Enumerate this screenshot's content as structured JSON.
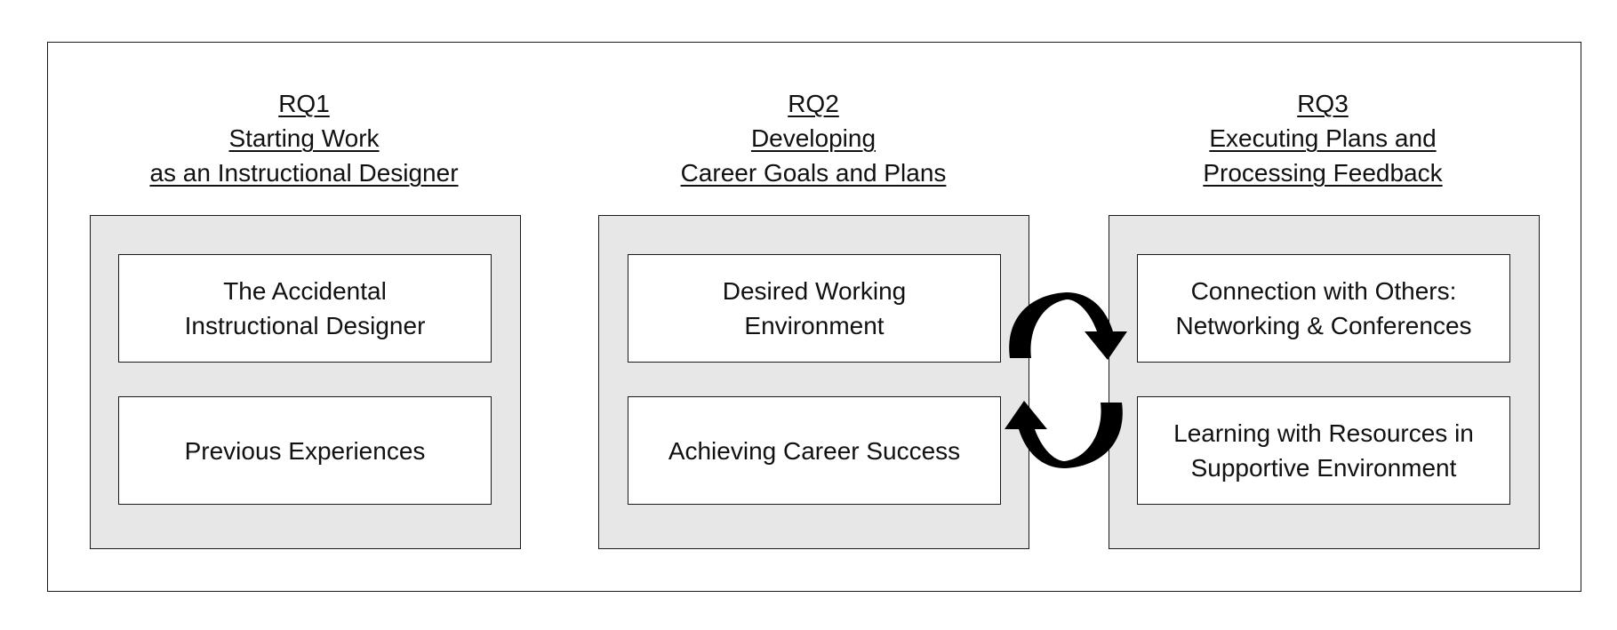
{
  "columns": [
    {
      "rq": "RQ1",
      "title_lines": [
        "Starting Work",
        "as an Instructional Designer"
      ],
      "themes": [
        {
          "lines": [
            "The Accidental",
            "Instructional Designer"
          ]
        },
        {
          "lines": [
            "Previous Experiences"
          ]
        }
      ]
    },
    {
      "rq": "RQ2",
      "title_lines": [
        "Developing",
        "Career Goals and Plans"
      ],
      "themes": [
        {
          "lines": [
            "Desired Working",
            "Environment"
          ]
        },
        {
          "lines": [
            "Achieving Career Success"
          ]
        }
      ]
    },
    {
      "rq": "RQ3",
      "title_lines": [
        "Executing Plans and",
        "Processing Feedback"
      ],
      "themes": [
        {
          "lines": [
            "Connection with Others:",
            "Networking & Conferences"
          ]
        },
        {
          "lines": [
            "Learning with Resources in",
            "Supportive Environment"
          ]
        }
      ]
    }
  ],
  "colors": {
    "panel_fill": "#e7e7e7",
    "card_fill": "#ffffff",
    "stroke": "#1a1a1a",
    "arrow": "#000000"
  },
  "icons": {
    "cycle": "cycle-arrows-icon"
  }
}
